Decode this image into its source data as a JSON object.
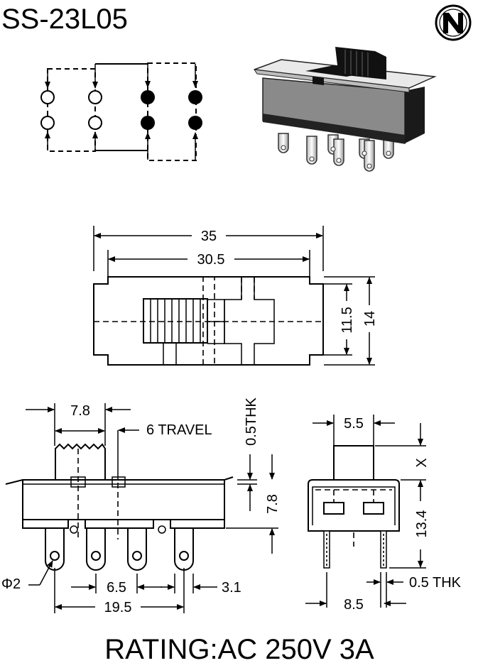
{
  "title": "SS-23L05",
  "logo": {
    "letter": "N",
    "name": "brand-logo"
  },
  "top_view": {
    "dim_35": "35",
    "dim_30_5": "30.5",
    "dim_11_5": "11.5",
    "dim_14": "14"
  },
  "side_view": {
    "dim_7_8_top": "7.8",
    "travel": "6 TRAVEL",
    "thk": "0.5THK",
    "dim_7_8_right": "7.8",
    "phi2": "Φ2",
    "dim_6_5": "6.5",
    "dim_3_1": "3.1",
    "dim_19_5": "19.5"
  },
  "end_view": {
    "dim_5_5": "5.5",
    "dim_x": "X",
    "dim_13_4": "13.4",
    "thk": "0.5 THK",
    "dim_8_5": "8.5"
  },
  "rating": "RATING:AC 250V 3A",
  "colors": {
    "ink": "#000000",
    "body_grey": "#8a8a8a",
    "paper": "#ffffff"
  }
}
